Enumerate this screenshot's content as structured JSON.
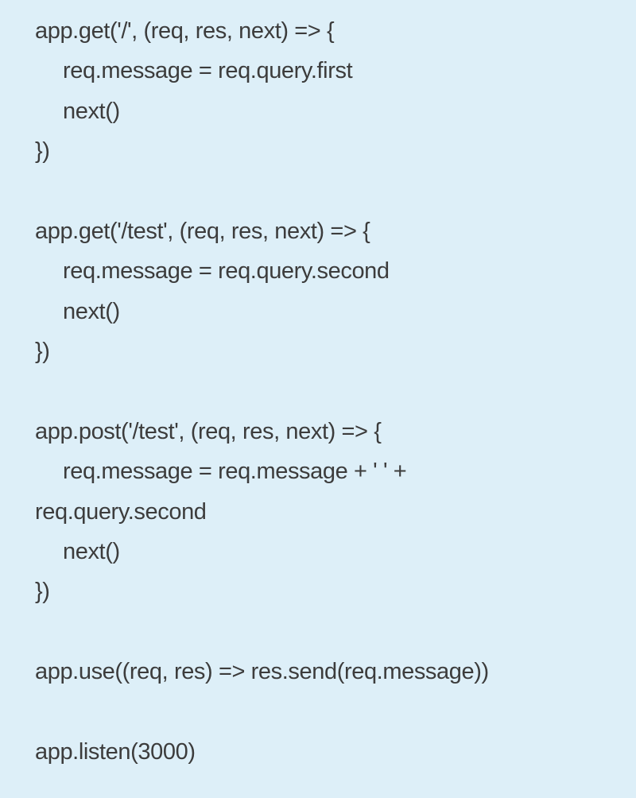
{
  "code": {
    "lines": [
      {
        "text": "app.get('/', (req, res, next) => {",
        "indent": false
      },
      {
        "text": "req.message = req.query.first",
        "indent": true
      },
      {
        "text": "next()",
        "indent": true
      },
      {
        "text": "})",
        "indent": false
      },
      {
        "text": "",
        "indent": false
      },
      {
        "text": "app.get('/test', (req, res, next) => {",
        "indent": false
      },
      {
        "text": "req.message = req.query.second",
        "indent": true
      },
      {
        "text": "next()",
        "indent": true
      },
      {
        "text": "})",
        "indent": false
      },
      {
        "text": "",
        "indent": false
      },
      {
        "text": "app.post('/test', (req, res, next) => {",
        "indent": false
      },
      {
        "text": "req.message = req.message + ' ' +",
        "indent": true
      },
      {
        "text": "req.query.second",
        "indent": false
      },
      {
        "text": "next()",
        "indent": true
      },
      {
        "text": "})",
        "indent": false
      },
      {
        "text": "",
        "indent": false
      },
      {
        "text": "app.use((req, res) => res.send(req.message))",
        "indent": false
      },
      {
        "text": "",
        "indent": false
      },
      {
        "text": "app.listen(3000)",
        "indent": false
      }
    ]
  }
}
